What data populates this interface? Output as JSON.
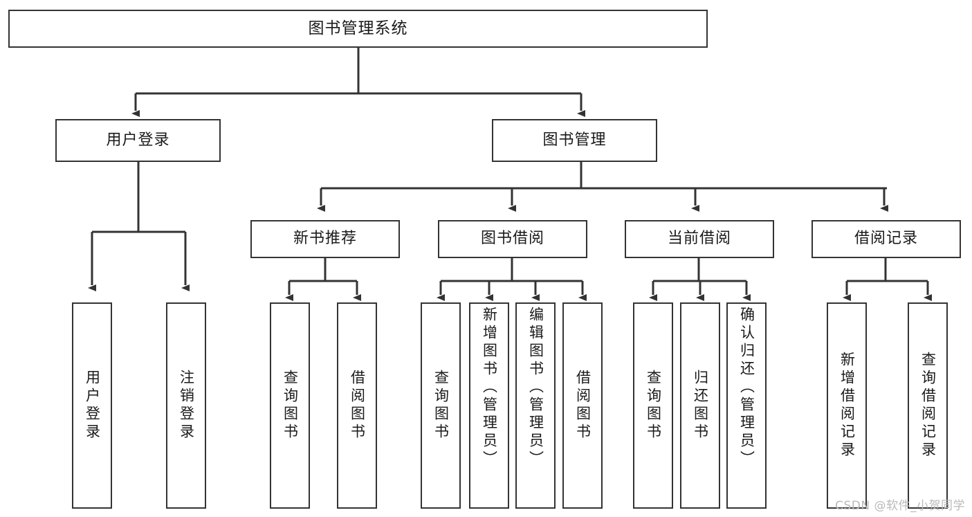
{
  "diagram": {
    "title": "图书管理系统",
    "type": "tree",
    "watermark": "CSDN @软件_小贺同学",
    "colors": {
      "stroke": "#333333",
      "background": "#ffffff",
      "text": "#1a1a1a",
      "watermark": "#b9b9b9"
    },
    "nodes": {
      "root": "图书管理系统",
      "level2": [
        "用户登录",
        "图书管理"
      ],
      "level3": [
        "新书推荐",
        "图书借阅",
        "当前借阅",
        "借阅记录"
      ],
      "leaves_user_login": [
        "用户登录",
        "注销登录"
      ],
      "leaves_new_books": [
        "查询图书",
        "借阅图书"
      ],
      "leaves_borrow": [
        "查询图书",
        "新增图书（管理员）",
        "编辑图书（管理员）",
        "借阅图书"
      ],
      "leaves_current": [
        "查询图书",
        "归还图书",
        "确认归还（管理员）"
      ],
      "leaves_records": [
        "新增借阅记录",
        "查询借阅记录"
      ]
    }
  }
}
